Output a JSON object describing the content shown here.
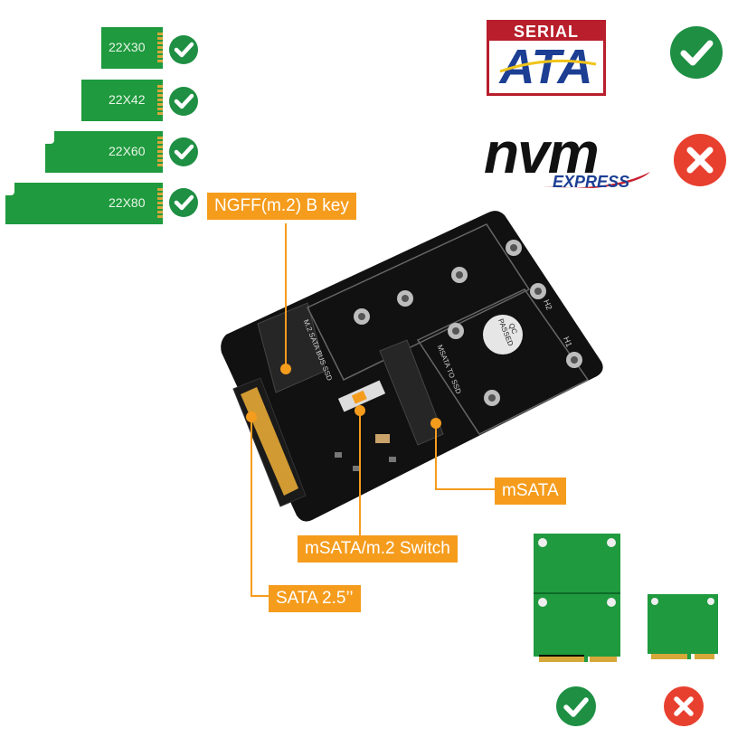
{
  "ssd_sizes": [
    {
      "label": "22X30",
      "supported": true
    },
    {
      "label": "22X42",
      "supported": true
    },
    {
      "label": "22X60",
      "supported": true
    },
    {
      "label": "22X80",
      "supported": true
    }
  ],
  "logos": {
    "sata": {
      "line1": "SERIAL",
      "line2": "ATA",
      "supported": true
    },
    "nvme": {
      "line1": "nvm",
      "line2": "EXPRESS",
      "supported": false
    }
  },
  "callouts": {
    "ngff": "NGFF(m.2) B key",
    "msata": "mSATA",
    "switch": "mSATA/m.2 Switch",
    "sata": "SATA 2.5’’"
  },
  "board": {
    "silk_top": "M.2 SATA BUS SSD",
    "silk_right": "MSATA TO SSD",
    "qc": "QC PASSED",
    "h1": "H1",
    "h2": "H2"
  },
  "cards": [
    {
      "size": "full",
      "supported": true
    },
    {
      "size": "half",
      "supported": false
    }
  ],
  "colors": {
    "accent": "#f59c1d",
    "ok": "#1e8f43",
    "bad": "#e8402f",
    "ssd_green": "#1f9a3e",
    "sata_red": "#b81e2b",
    "sata_blue": "#1c3f94"
  }
}
